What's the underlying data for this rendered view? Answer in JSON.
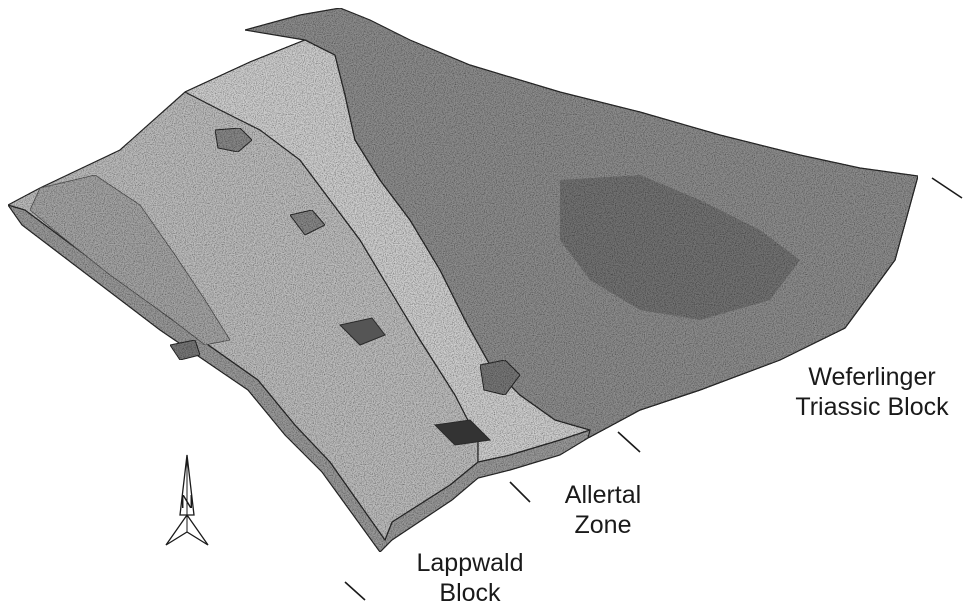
{
  "labels": {
    "weferlinger": {
      "line1": "Weferlinger",
      "line2": "Triassic Block"
    },
    "allertal": {
      "line1": "Allertal",
      "line2": "Zone"
    },
    "lappwald": {
      "line1": "Lappwald",
      "line2": "Block"
    }
  },
  "north_arrow": {
    "letter": "N"
  },
  "colors": {
    "weferlinger_block": "#8c8c8c",
    "allertal_zone": "#c4c4c4",
    "lappwald_block": "#b6b6b6",
    "outline": "#2a2a2a"
  }
}
